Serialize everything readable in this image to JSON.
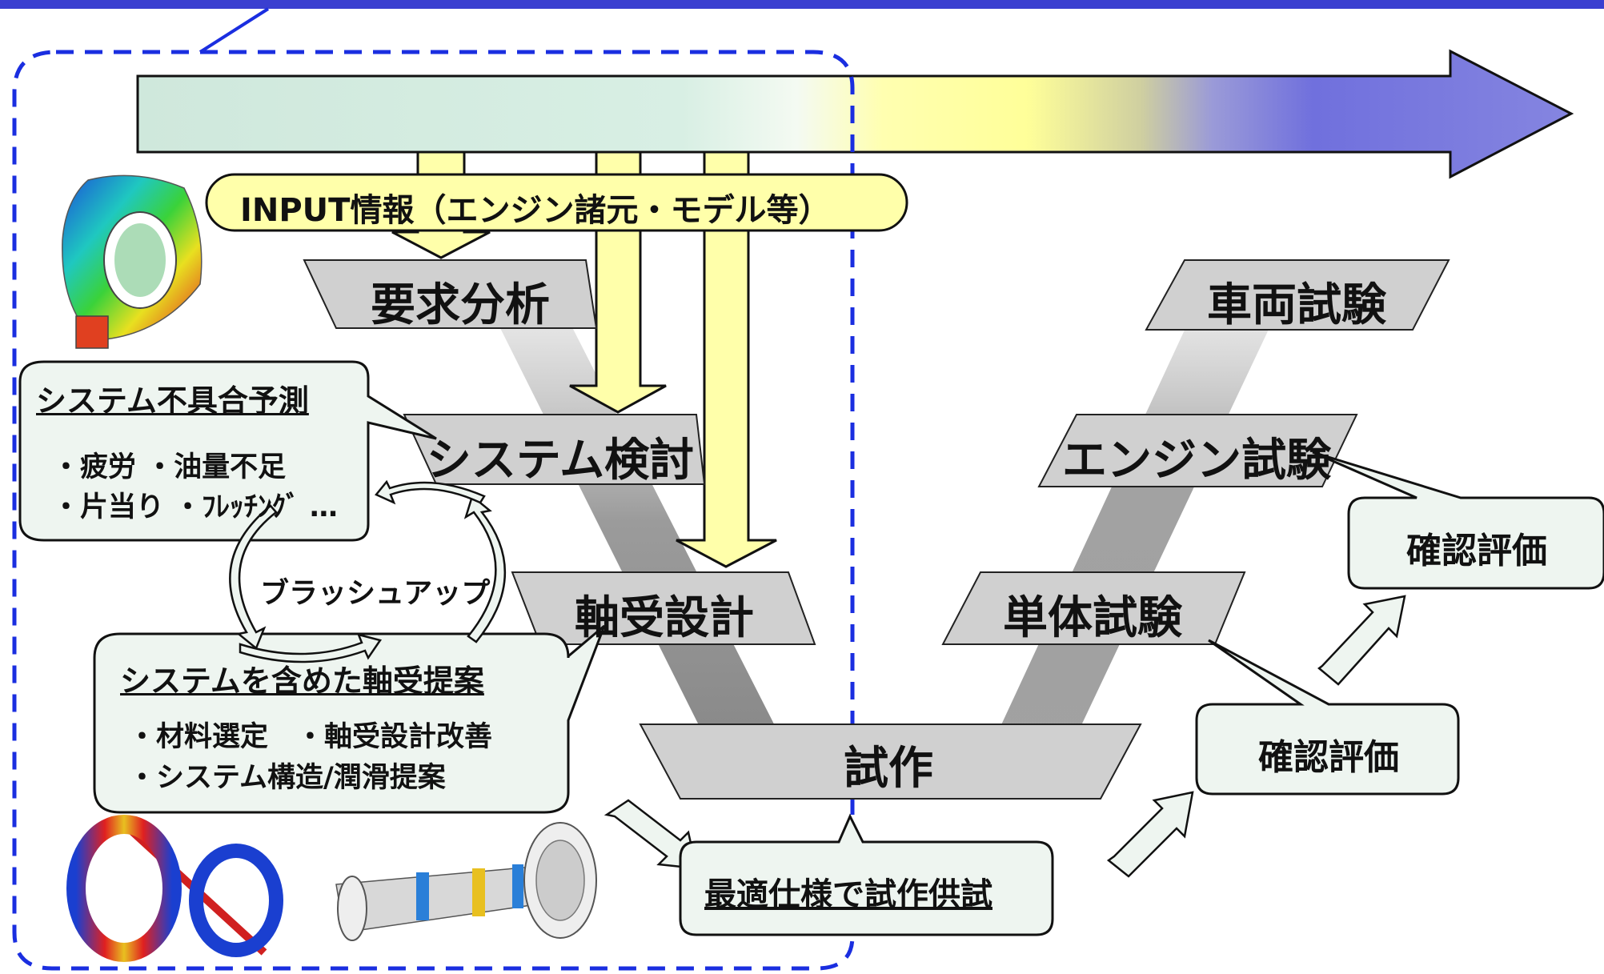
{
  "colors": {
    "header_bar": "#3a3fd0",
    "dashed_border": "#1a2ee0",
    "input_pill_fill": "#ffffaa",
    "process_box_fill": "#d0d0d0",
    "callout_fill": "#eef5f0",
    "v_shadow": "#8a8a8a",
    "timeline_gradient": [
      "#cfe8dc",
      "#ffffa0",
      "#7070dd"
    ]
  },
  "input_info": "INPUT情報（エンジン諸元・モデル等）",
  "left_v": {
    "requirement_analysis": "要求分析",
    "system_study": "システム検討",
    "bearing_design": "軸受設計"
  },
  "prototype": "試作",
  "right_v": {
    "unit_test": "単体試験",
    "engine_test": "エンジン試験",
    "vehicle_test": "車両試験"
  },
  "callout_prediction": {
    "title": "システム不具合予測",
    "line1": "・疲労 ・油量不足",
    "line2": "・片当り ・ﾌﾚｯﾁﾝｸﾞ …"
  },
  "brushup": "ブラッシュアップ",
  "callout_proposal": {
    "title": "システムを含めた軸受提案",
    "line1": "・材料選定　・軸受設計改善",
    "line2": "・システム構造/潤滑提案"
  },
  "optimal_spec": "最適仕様で試作供試",
  "confirm_eval_1": "確認評価",
  "confirm_eval_2": "確認評価",
  "icons": [
    "fea-bearing-housing-image",
    "fea-bearing-rings-image",
    "crankshaft-model-image",
    "brushup-cycle-icon"
  ]
}
